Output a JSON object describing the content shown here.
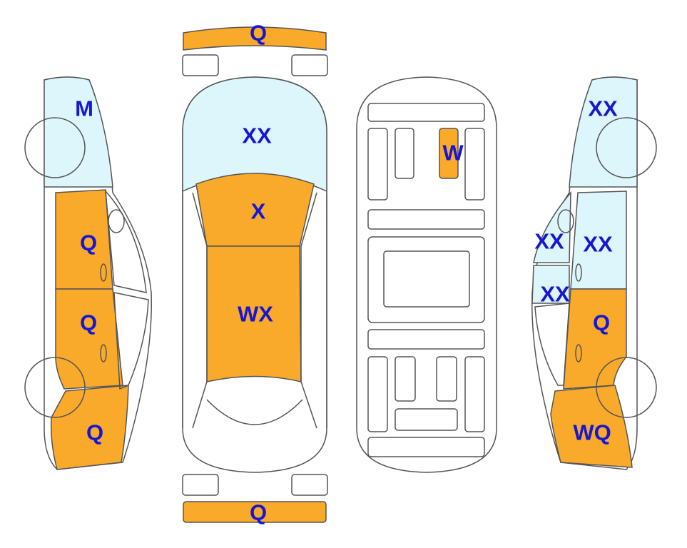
{
  "colors": {
    "damaged": "#FAAA2B",
    "glass": "#DDF6FC",
    "label": "#1717D2",
    "outline": "#555555",
    "background": "#FFFFFF"
  },
  "labels": {
    "front_bumper": "Q",
    "hood": "XX",
    "windshield": "X",
    "roof": "WX",
    "rear_bumper": "Q",
    "underbody_part": "W",
    "left_front_fender": "M",
    "left_front_door": "Q",
    "left_rear_door": "Q",
    "left_rear_quarter": "Q",
    "right_front_fender": "XX",
    "right_front_door": "XX",
    "right_front_window": "XX",
    "right_rear_window": "XX",
    "right_rear_door": "Q",
    "right_rear_quarter": "WQ"
  }
}
